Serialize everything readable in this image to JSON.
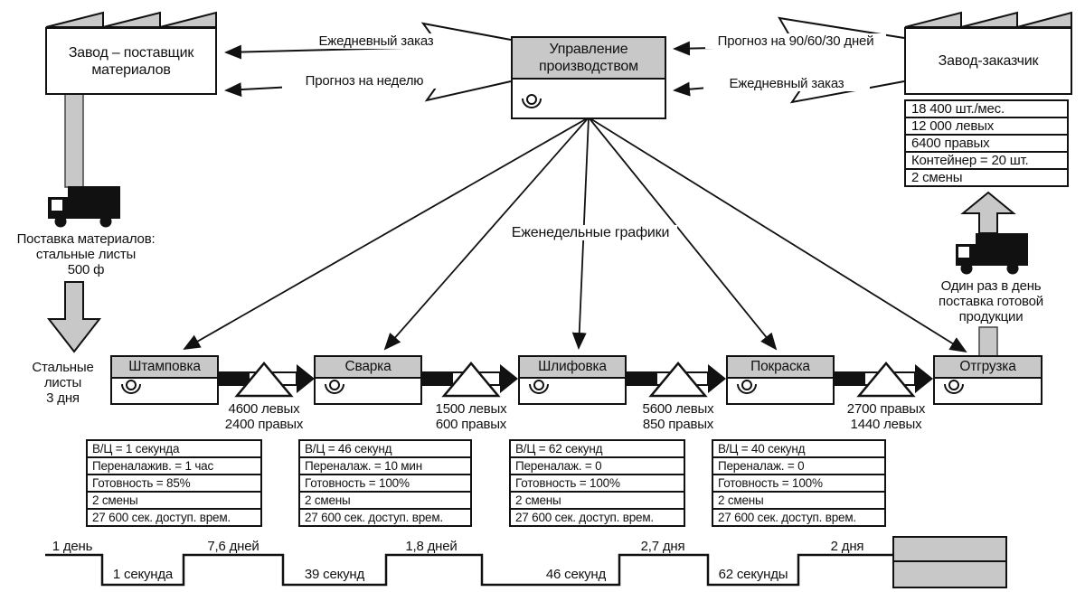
{
  "colors": {
    "box_gray": "#c8c8c8",
    "line": "#111111"
  },
  "supplier": {
    "title": "Завод – поставщик материалов"
  },
  "control": {
    "title": "Управление производством"
  },
  "customer": {
    "title": "Завод-заказчик",
    "specs": [
      "18 400 шт./мес.",
      "12 000 левых",
      "6400 правых",
      "Контейнер = 20 шт.",
      "2 смены"
    ]
  },
  "info_labels": {
    "daily_order_left": "Ежедневный заказ",
    "weekly_forecast": "Прогноз на неделю",
    "forecast_906030": "Прогноз на 90/60/30 дней",
    "daily_order_right": "Ежедневный заказ",
    "weekly_schedules": "Еженедельные графики"
  },
  "inbound": {
    "delivery_note": [
      "Поставка материалов:",
      "стальные листы",
      "500 ф"
    ],
    "raw_note": [
      "Стальные",
      "листы",
      "3 дня"
    ]
  },
  "outbound": {
    "note": [
      "Один раз в день",
      "поставка готовой",
      "продукции"
    ]
  },
  "processes": [
    {
      "name": "Штамповка",
      "specs": [
        "В/Ц = 1 секунда",
        "Переналажив. = 1 час",
        "Готовность = 85%",
        "2 смены",
        "27 600 сек. доступ. врем."
      ]
    },
    {
      "name": "Сварка",
      "specs": [
        "В/Ц = 46 секунд",
        "Переналаж. = 10 мин",
        "Готовность = 100%",
        "2 смены",
        "27 600 сек. доступ. врем."
      ]
    },
    {
      "name": "Шлифовка",
      "specs": [
        "В/Ц = 62 секунд",
        "Переналаж. = 0",
        "Готовность = 100%",
        "2 смены",
        "27 600 сек. доступ. врем."
      ]
    },
    {
      "name": "Покраска",
      "specs": [
        "В/Ц = 40 секунд",
        "Переналаж. = 0",
        "Готовность = 100%",
        "2 смены",
        "27 600 сек. доступ. врем."
      ]
    },
    {
      "name": "Отгрузка",
      "specs": []
    }
  ],
  "inventories": [
    [
      "4600 левых",
      "2400 правых"
    ],
    [
      "1500 левых",
      "600 правых"
    ],
    [
      "5600 левых",
      "850 правых"
    ],
    [
      "2700 правых",
      "1440 левых"
    ]
  ],
  "timeline": {
    "lead_times": [
      "1 день",
      "7,6 дней",
      "1,8 дней",
      "2,7 дня",
      "2 дня"
    ],
    "process_times": [
      "1 секунда",
      "39 секунд",
      "46 секунд",
      "62 секунды"
    ]
  }
}
